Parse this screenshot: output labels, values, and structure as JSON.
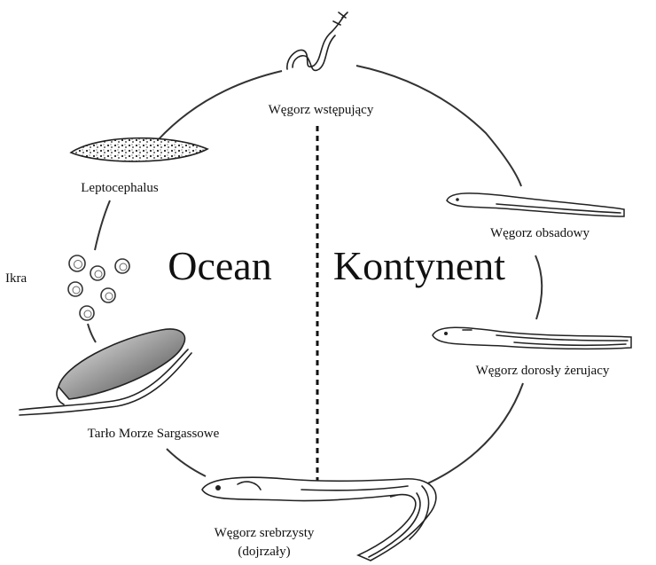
{
  "regions": {
    "ocean": "Ocean",
    "continent": "Kontynent"
  },
  "stages": {
    "glass_eel": "Węgorz wstępujący",
    "elver": "Węgorz obsadowy",
    "yellow_eel": "Węgorz dorosły żerujacy",
    "silver_eel_line1": "Węgorz srebrzysty",
    "silver_eel_line2": "(dojrzały)",
    "spawning": "Tarło Morze Sargassowe",
    "eggs": "Ikra",
    "larva": "Leptocephalus"
  }
}
